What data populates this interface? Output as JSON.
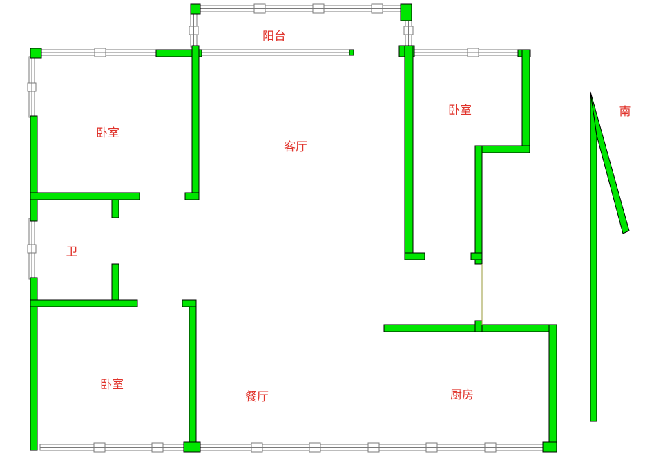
{
  "colors": {
    "wall_fill": "#00e600",
    "wall_stroke": "#000000",
    "window_stroke": "#7a7a7a",
    "label_text": "#e0332b",
    "door_line": "#9a9a3a"
  },
  "rooms": {
    "balcony": "阳台",
    "bedroom_nw": "卧室",
    "living_room": "客厅",
    "bedroom_ne": "卧室",
    "bathroom": "卫",
    "bedroom_sw": "卧室",
    "dining_room": "餐厅",
    "kitchen": "厨房"
  },
  "compass": {
    "label": "南",
    "icon": "north-arrow-icon"
  }
}
